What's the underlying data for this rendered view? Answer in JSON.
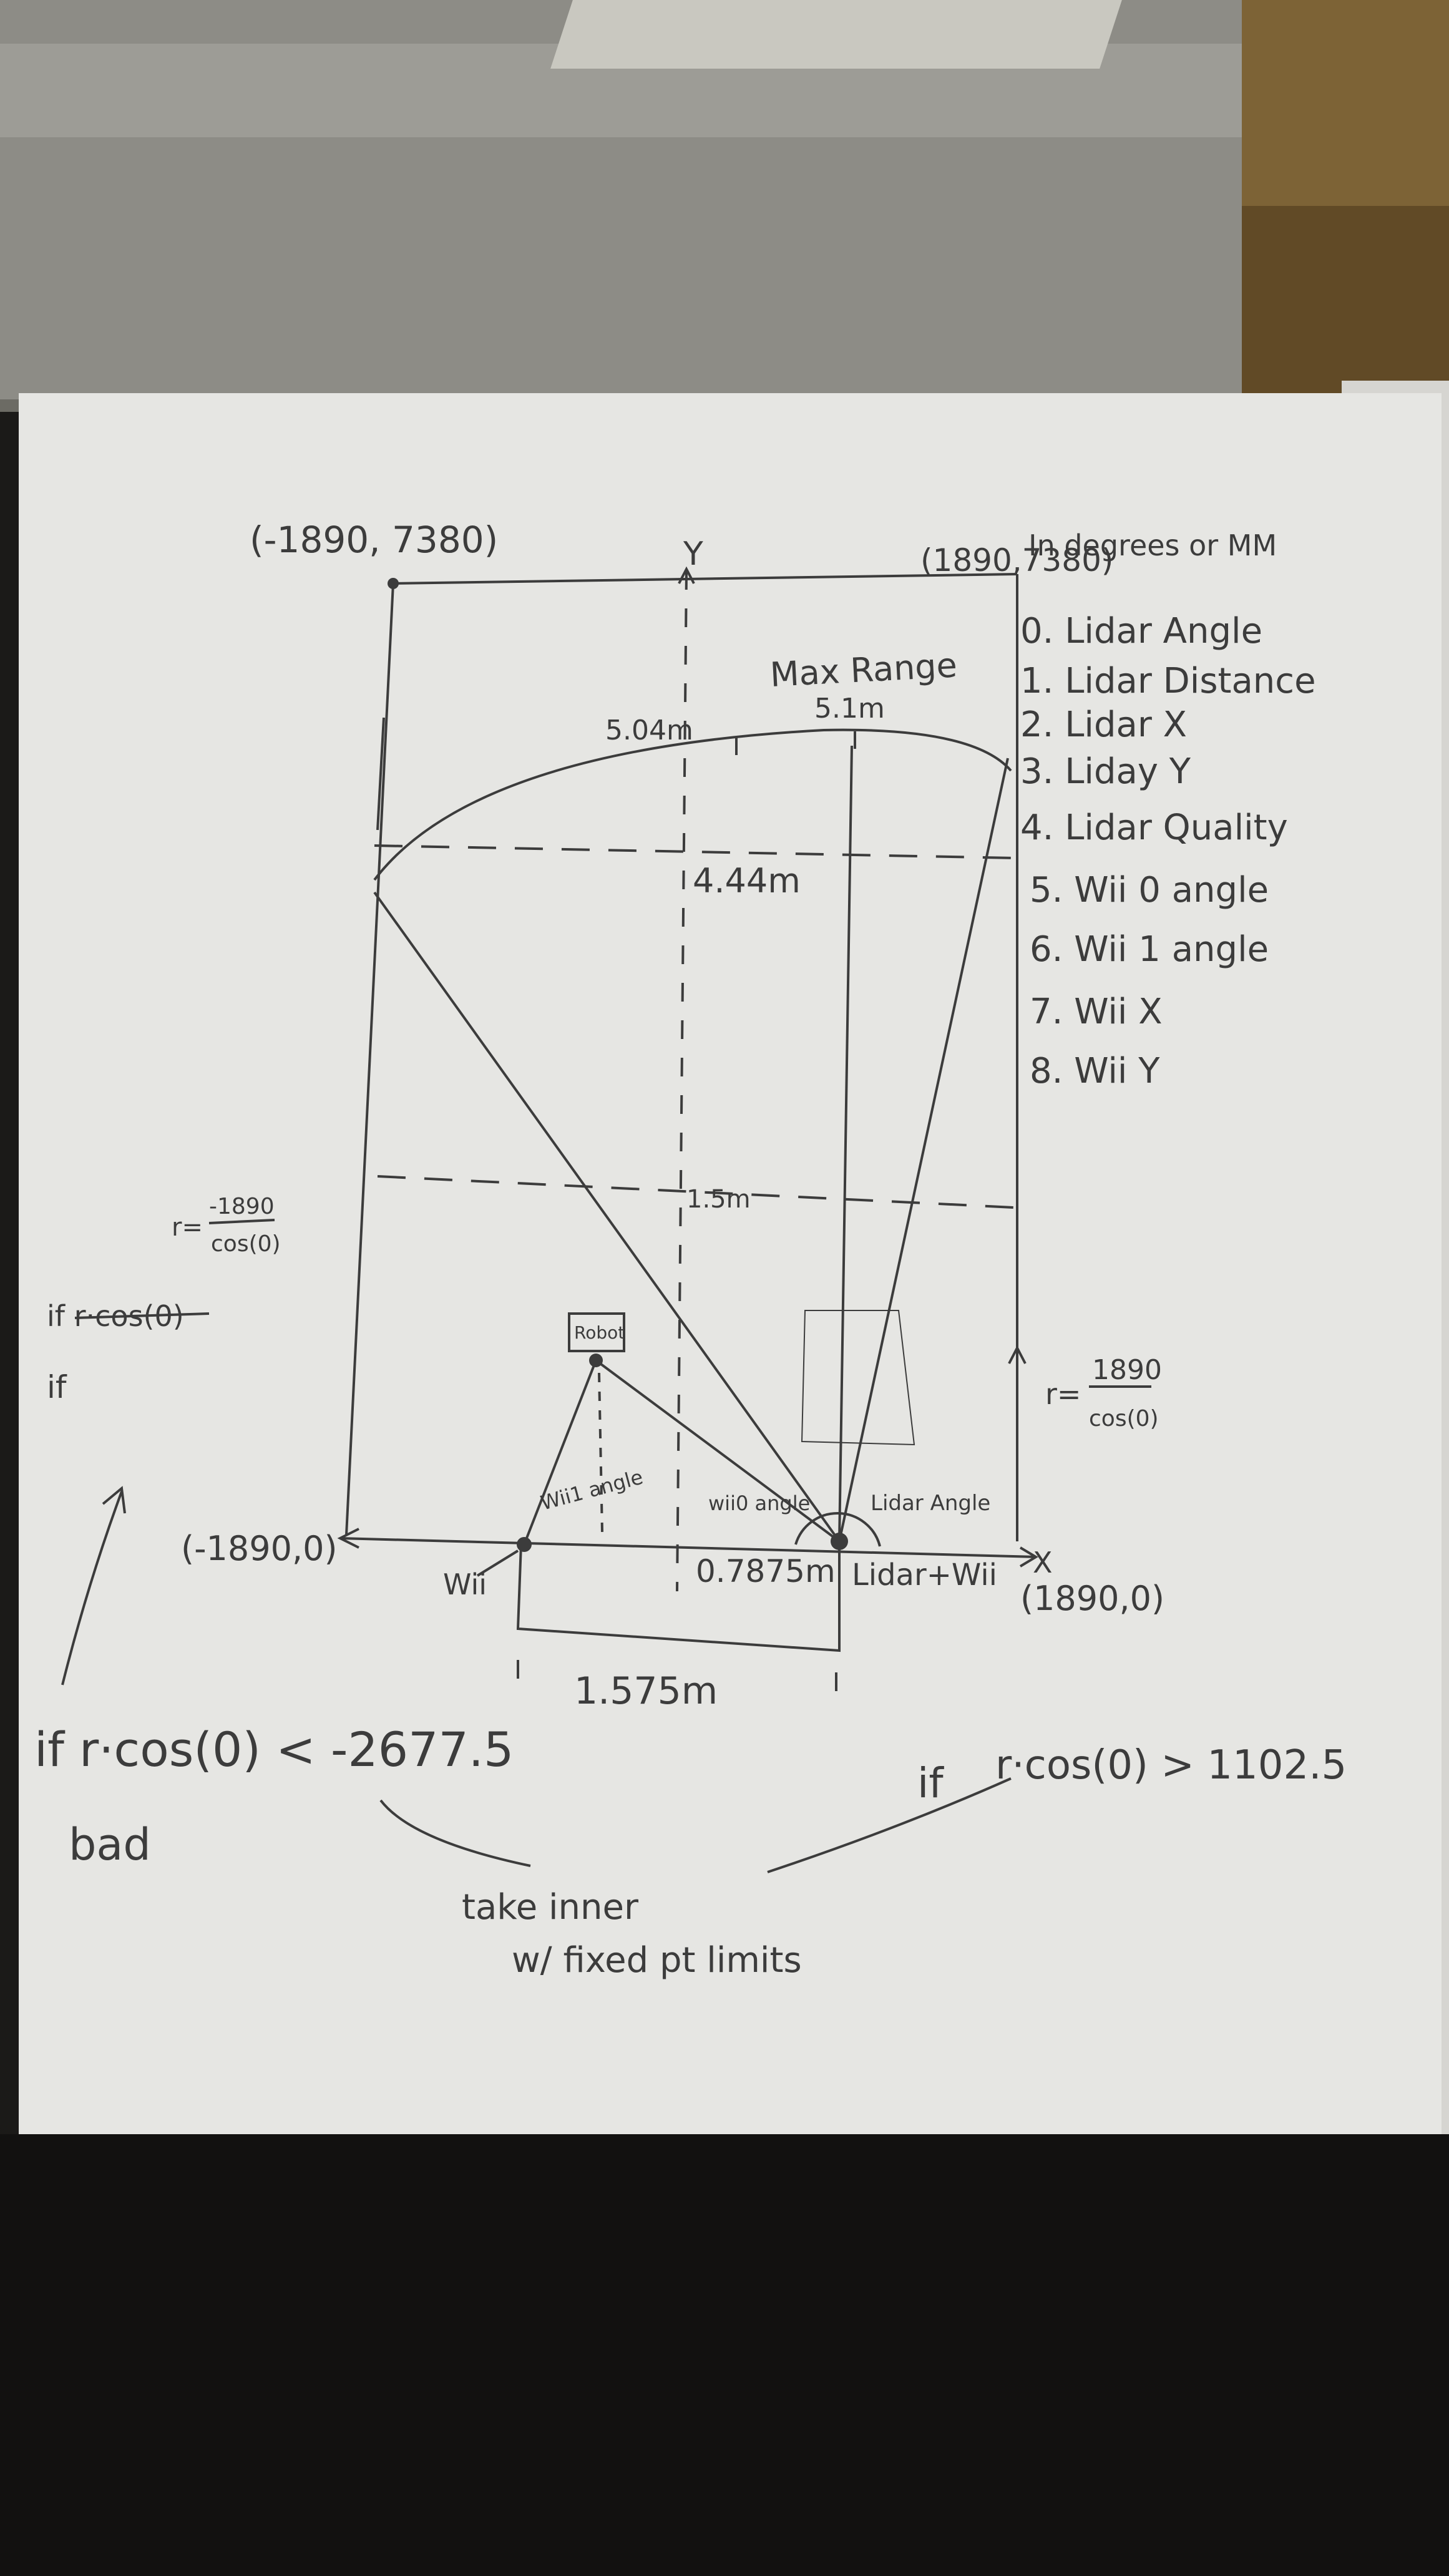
{
  "labels": {
    "top_left_coord": "(-1890, 7380)",
    "top_right_coord": "(1890,7380)",
    "y_axis": "Y",
    "units_note": "In degrees or MM",
    "max_range_title": "Max Range",
    "max_range_value": "5.1m",
    "arc_left_value": "5.04m",
    "mid_distance": "4.44m",
    "lower_distance": "1.5m",
    "left_formula_r": "r=",
    "left_formula_num": "-1890",
    "left_formula_den": "cos(0)",
    "strike_text": "if r·cos(0)",
    "if_alone": "if",
    "right_formula_r": "r=",
    "right_formula_num": "1890",
    "right_formula_den": "cos(0)",
    "robot": "Robot",
    "wii1_angle": "Wii1 angle",
    "wii0_angle": "wii0 angle",
    "lidar_angle": "Lidar Angle",
    "left_origin_coord": "(-1890,0)",
    "right_origin_coord": "(1890,0)",
    "x_axis": "X",
    "wii_label": "Wii",
    "lidar_wii_label": "Lidar+Wii",
    "short_dist": "0.7875m",
    "long_dist": "1.575m",
    "bottom_left_condition": "if r·cos(0) < -2677.5",
    "bad": "bad",
    "bottom_right_if": "if",
    "bottom_right_condition": "r·cos(0) > 1102.5",
    "take_inner": "take inner",
    "fixed_pt": "w/ fixed pt limits"
  },
  "legend": [
    "0. Lidar Angle",
    "1. Lidar Distance",
    "2. Lidar X",
    "3. Liday Y",
    "4. Lidar Quality",
    "5. Wii 0 angle",
    "6. Wii 1 angle",
    "7. Wii X",
    "8. Wii Y"
  ],
  "colors": {
    "pencil": "#3c3c3c",
    "paper": "#e6e6e3"
  }
}
